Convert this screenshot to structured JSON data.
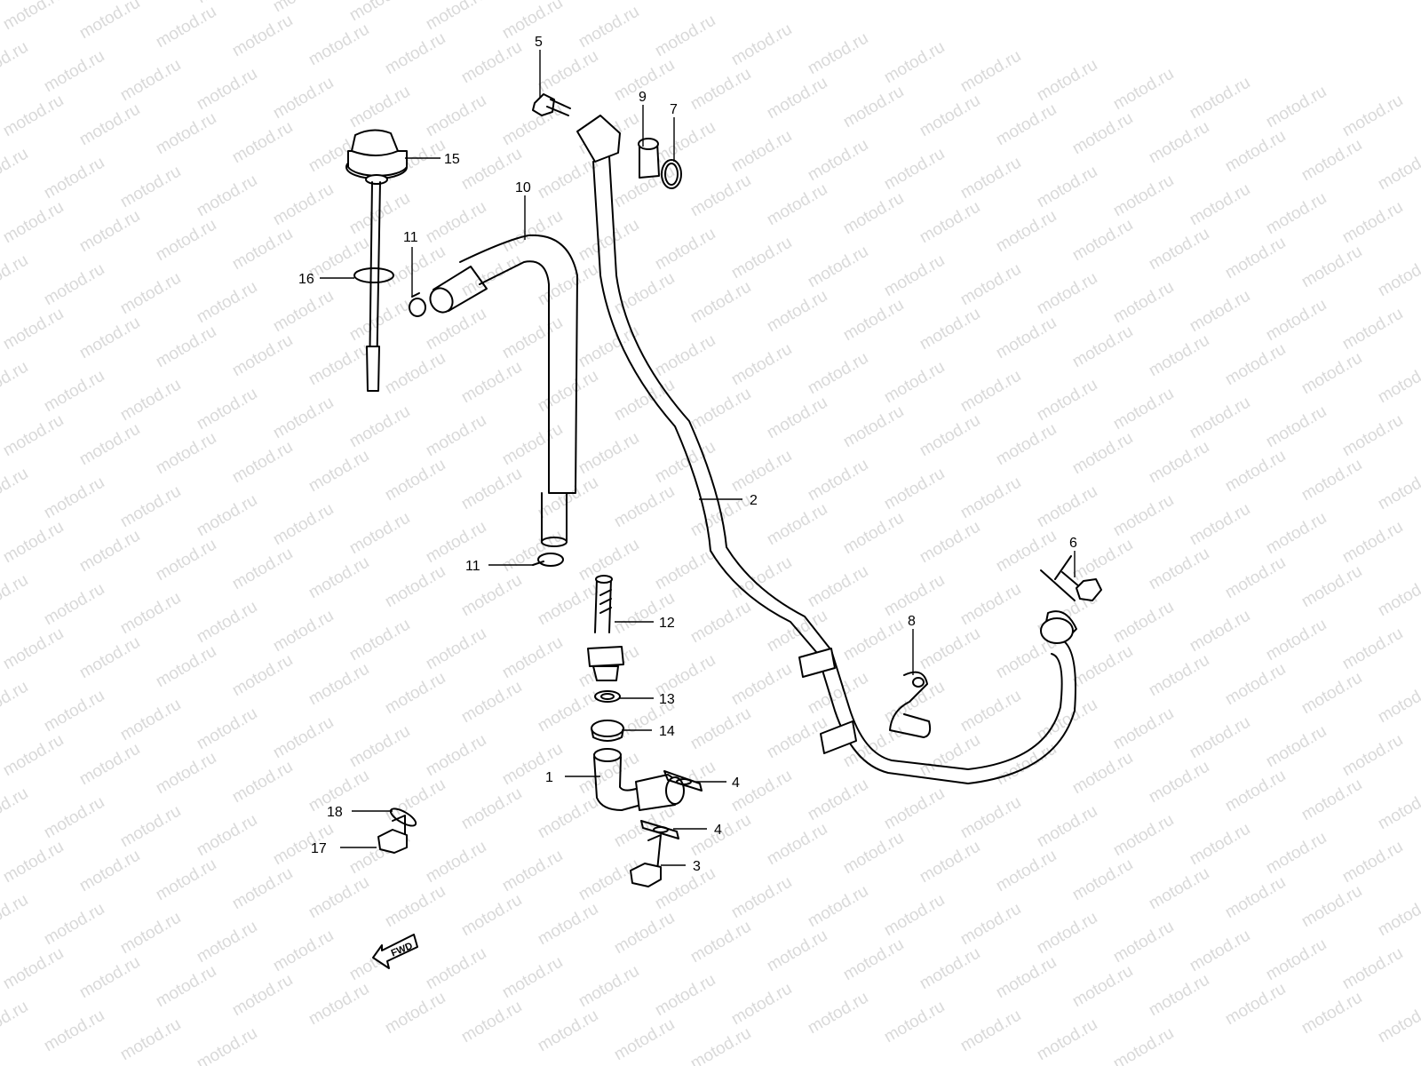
{
  "watermark": {
    "text": "motod.ru"
  },
  "fwd_label": "FWD",
  "callouts": [
    "1",
    "2",
    "3",
    "4",
    "4",
    "5",
    "6",
    "7",
    "8",
    "9",
    "10",
    "11",
    "11",
    "12",
    "13",
    "14",
    "15",
    "16",
    "17",
    "18"
  ]
}
